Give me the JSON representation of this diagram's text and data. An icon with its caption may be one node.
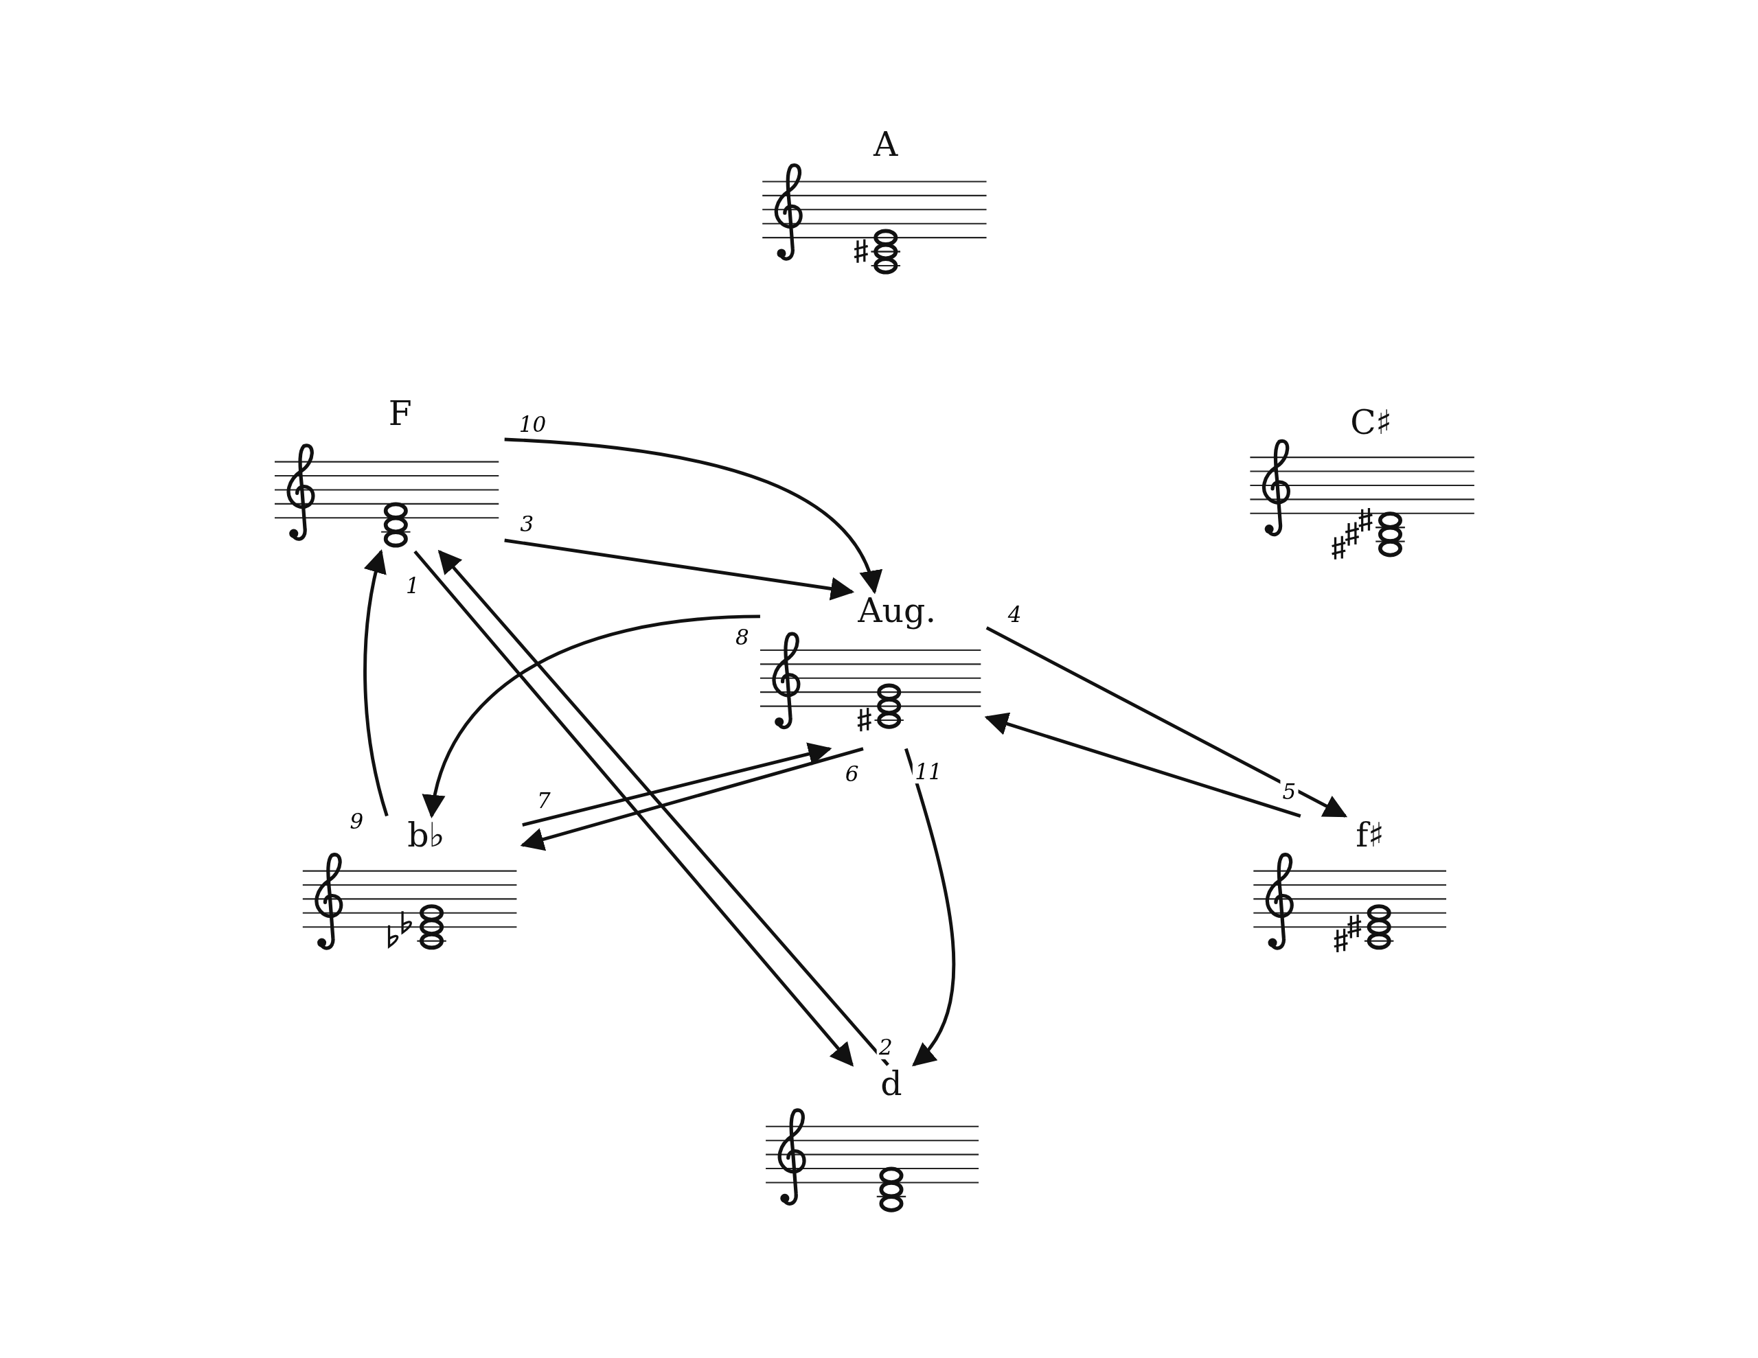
{
  "diagram": {
    "nodes": [
      {
        "text": [
          "A"
        ]
      },
      {
        "text": [
          "F"
        ]
      },
      {
        "text": [
          "C♯"
        ]
      },
      {
        "text": [
          "Aug."
        ]
      },
      {
        "text": [
          "b♭"
        ]
      },
      {
        "text": [
          "f♯"
        ]
      },
      {
        "text": [
          "d"
        ]
      }
    ],
    "edges": [
      {
        "from": 1,
        "to": 6,
        "arrow": "to",
        "label": "1"
      },
      {
        "from": 6,
        "to": 1,
        "arrow": "to",
        "label": "2"
      },
      {
        "from": 1,
        "to": 3,
        "arrow": "to",
        "label": "3"
      },
      {
        "from": 3,
        "to": 5,
        "arrow": "to",
        "label": "4"
      },
      {
        "from": 5,
        "to": 3,
        "arrow": "to",
        "label": "5"
      },
      {
        "from": 3,
        "to": 4,
        "arrow": "to",
        "label": "6"
      },
      {
        "from": 4,
        "to": 3,
        "arrow": "to",
        "label": "7"
      },
      {
        "from": 3,
        "to": 4,
        "arrow": "to",
        "label": "8"
      },
      {
        "from": 4,
        "to": 1,
        "arrow": "to",
        "label": "9"
      },
      {
        "from": 1,
        "to": 3,
        "arrow": "to",
        "label": "10"
      },
      {
        "from": 3,
        "to": 6,
        "arrow": "to",
        "label": "11"
      }
    ]
  }
}
